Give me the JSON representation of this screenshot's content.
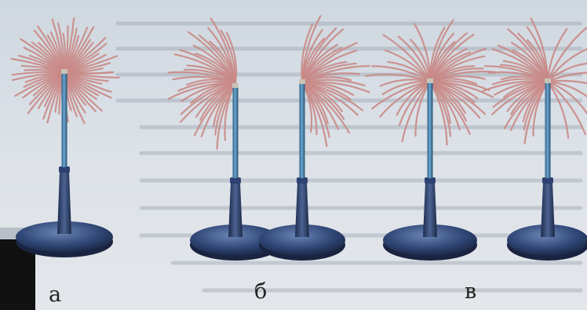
{
  "captions": {
    "a": "а",
    "b": "б",
    "c": "в"
  },
  "colors": {
    "background": "#d9dfe6",
    "hair": "#c98a86",
    "stand_pole": "#3f7fae",
    "stand_base": "#2a3f6a",
    "stand_base_highlight": "#5f79a8",
    "page_text_ghost": "#9aa2ad",
    "black_corner": "#111111"
  }
}
